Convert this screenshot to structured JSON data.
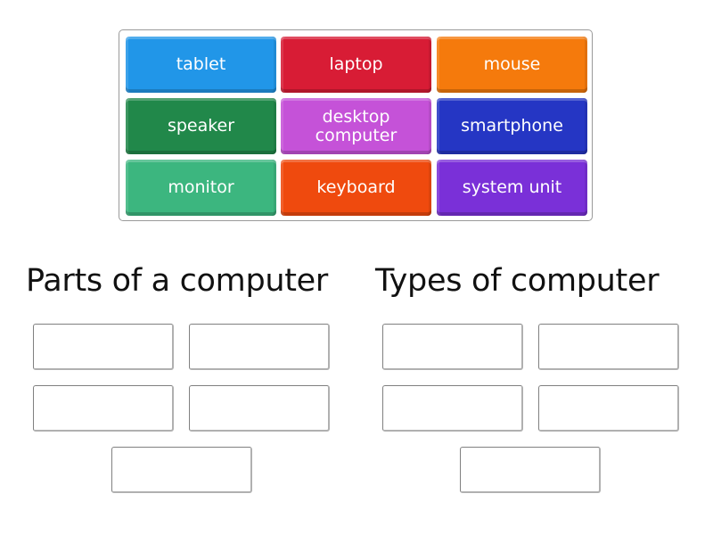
{
  "tile_bank": {
    "tiles": [
      {
        "label": "tablet",
        "color": "#2196e8"
      },
      {
        "label": "laptop",
        "color": "#d81c35"
      },
      {
        "label": "mouse",
        "color": "#f57a0c"
      },
      {
        "label": "speaker",
        "color": "#21884a"
      },
      {
        "label": "desktop computer",
        "color": "#c552d8"
      },
      {
        "label": "smartphone",
        "color": "#2536c4"
      },
      {
        "label": "monitor",
        "color": "#3cb67f"
      },
      {
        "label": "keyboard",
        "color": "#ef4a0e"
      },
      {
        "label": "system unit",
        "color": "#7a30d8"
      }
    ]
  },
  "groups": [
    {
      "title": "Parts of a computer",
      "slots": 5
    },
    {
      "title": "Types of computer",
      "slots": 5
    }
  ]
}
